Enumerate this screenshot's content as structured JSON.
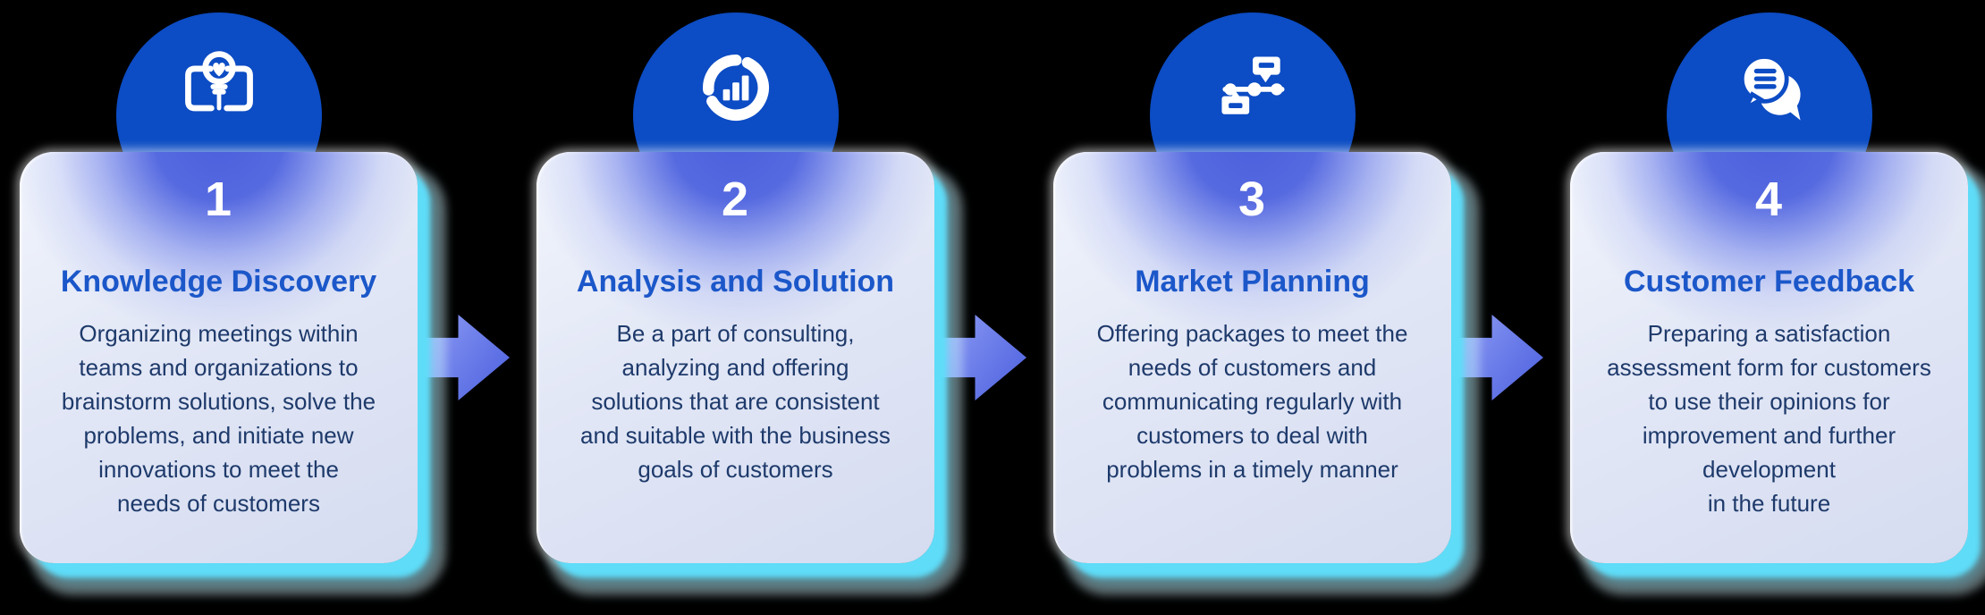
{
  "colors": {
    "background": "#000000",
    "circle": "#0c4cc4",
    "card-top": "#f2f5fc",
    "card-bottom": "#d5dcf0",
    "glow-core": "#4c60dd",
    "cyan-shadow": "#5fdcf8",
    "title-text": "#1b57c9",
    "body-text": "#1e3a6b",
    "number-text": "#ffffff",
    "arrow-light": "#9aa5f5",
    "arrow-dark": "#4b5fdd"
  },
  "steps": [
    {
      "number": "1",
      "title": "Knowledge Discovery",
      "description": "Organizing meetings within\nteams and organizations to\nbrainstorm solutions, solve the\nproblems, and initiate new\ninnovations to meet the\nneeds of customers",
      "icon": "book-lightbulb-icon"
    },
    {
      "number": "2",
      "title": "Analysis and Solution",
      "description": "Be a part of consulting,\nanalyzing and offering\nsolutions that are consistent\nand suitable with the business\ngoals of customers",
      "icon": "donut-bar-chart-icon"
    },
    {
      "number": "3",
      "title": "Market Planning",
      "description": "Offering packages to meet the\nneeds of customers and\ncommunicating regularly with\ncustomers to deal with\nproblems in a timely manner",
      "icon": "timeline-milestones-icon"
    },
    {
      "number": "4",
      "title": "Customer Feedback",
      "description": "Preparing a satisfaction\nassessment form for customers\nto use their opinions for\nimprovement and further\ndevelopment\nin the future",
      "icon": "chat-bubbles-icon"
    }
  ]
}
